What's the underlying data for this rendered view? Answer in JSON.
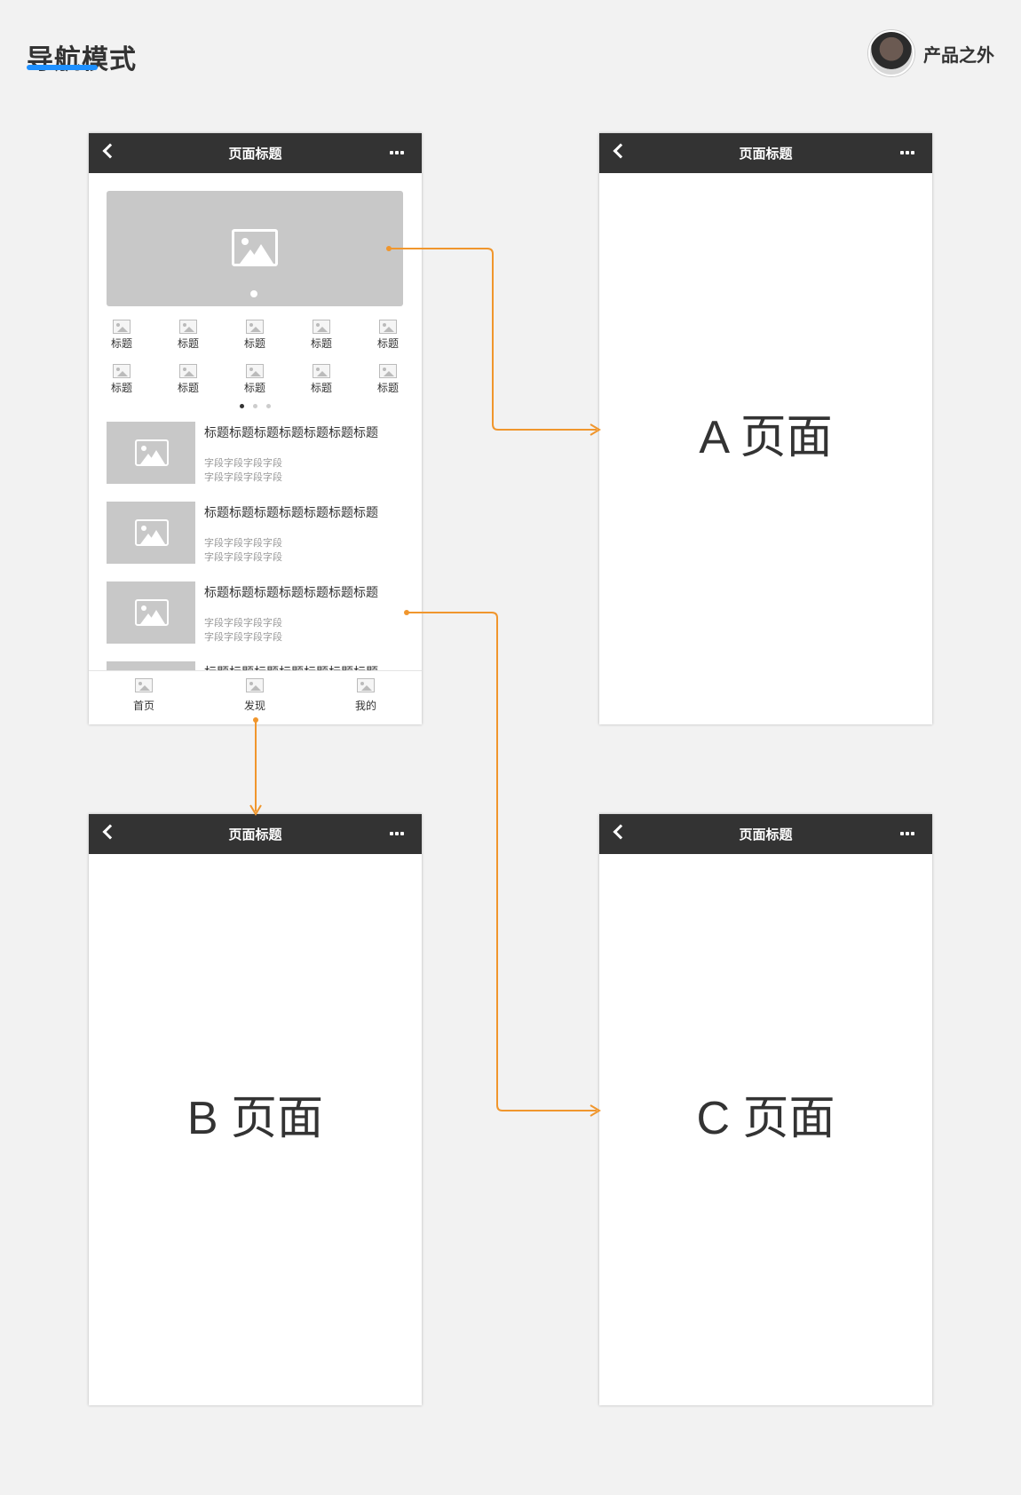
{
  "header": {
    "title": "导航模式",
    "brand": "产品之外"
  },
  "accent_color": "#1e90ff",
  "connector_color": "#f0962d",
  "phones": {
    "main": {
      "title": "页面标题"
    },
    "a": {
      "title": "页面标题",
      "label": "A 页面"
    },
    "b": {
      "title": "页面标题",
      "label": "B 页面"
    },
    "c": {
      "title": "页面标题",
      "label": "C 页面"
    }
  },
  "grid": {
    "labels": [
      "标题",
      "标题",
      "标题",
      "标题",
      "标题",
      "标题",
      "标题",
      "标题",
      "标题",
      "标题"
    ]
  },
  "list": [
    {
      "title": "标题标题标题标题标题标题标题",
      "sub1": "字段字段字段字段",
      "sub2": "字段字段字段字段"
    },
    {
      "title": "标题标题标题标题标题标题标题",
      "sub1": "字段字段字段字段",
      "sub2": "字段字段字段字段"
    },
    {
      "title": "标题标题标题标题标题标题标题",
      "sub1": "字段字段字段字段",
      "sub2": "字段字段字段字段"
    },
    {
      "title": "标题标题标题标题标题标题标题"
    }
  ],
  "tabbar": [
    {
      "label": "首页",
      "icon": "image-icon"
    },
    {
      "label": "发现",
      "icon": "image-icon"
    },
    {
      "label": "我的",
      "icon": "image-icon"
    }
  ]
}
